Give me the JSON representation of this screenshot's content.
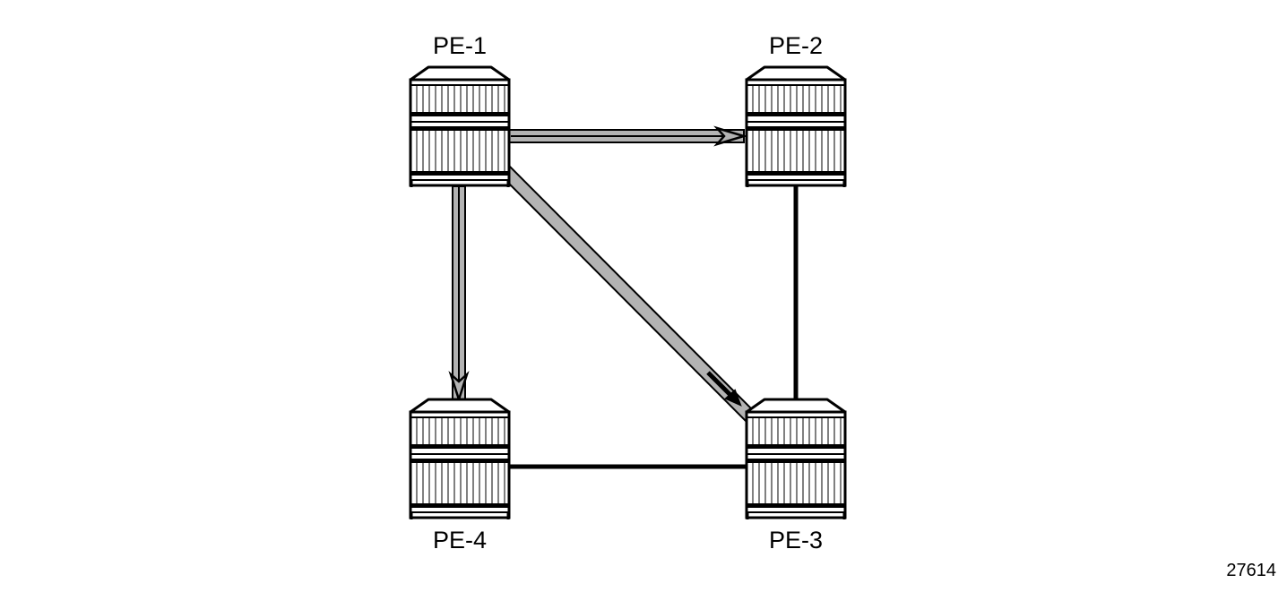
{
  "nodes": [
    {
      "id": "pe1",
      "label": "PE-1"
    },
    {
      "id": "pe2",
      "label": "PE-2"
    },
    {
      "id": "pe3",
      "label": "PE-3"
    },
    {
      "id": "pe4",
      "label": "PE-4"
    }
  ],
  "links": [
    {
      "from": "PE-1",
      "to": "PE-2",
      "style": "tunnel-arrow"
    },
    {
      "from": "PE-1",
      "to": "PE-4",
      "style": "tunnel-arrow"
    },
    {
      "from": "PE-1",
      "to": "PE-3",
      "style": "tunnel-arrow"
    },
    {
      "from": "PE-2",
      "to": "PE-3",
      "style": "plain"
    },
    {
      "from": "PE-4",
      "to": "PE-3",
      "style": "plain"
    }
  ],
  "figure_id": "27614",
  "colors": {
    "tunnel_fill": "#b3b3b3",
    "line": "#000000"
  }
}
